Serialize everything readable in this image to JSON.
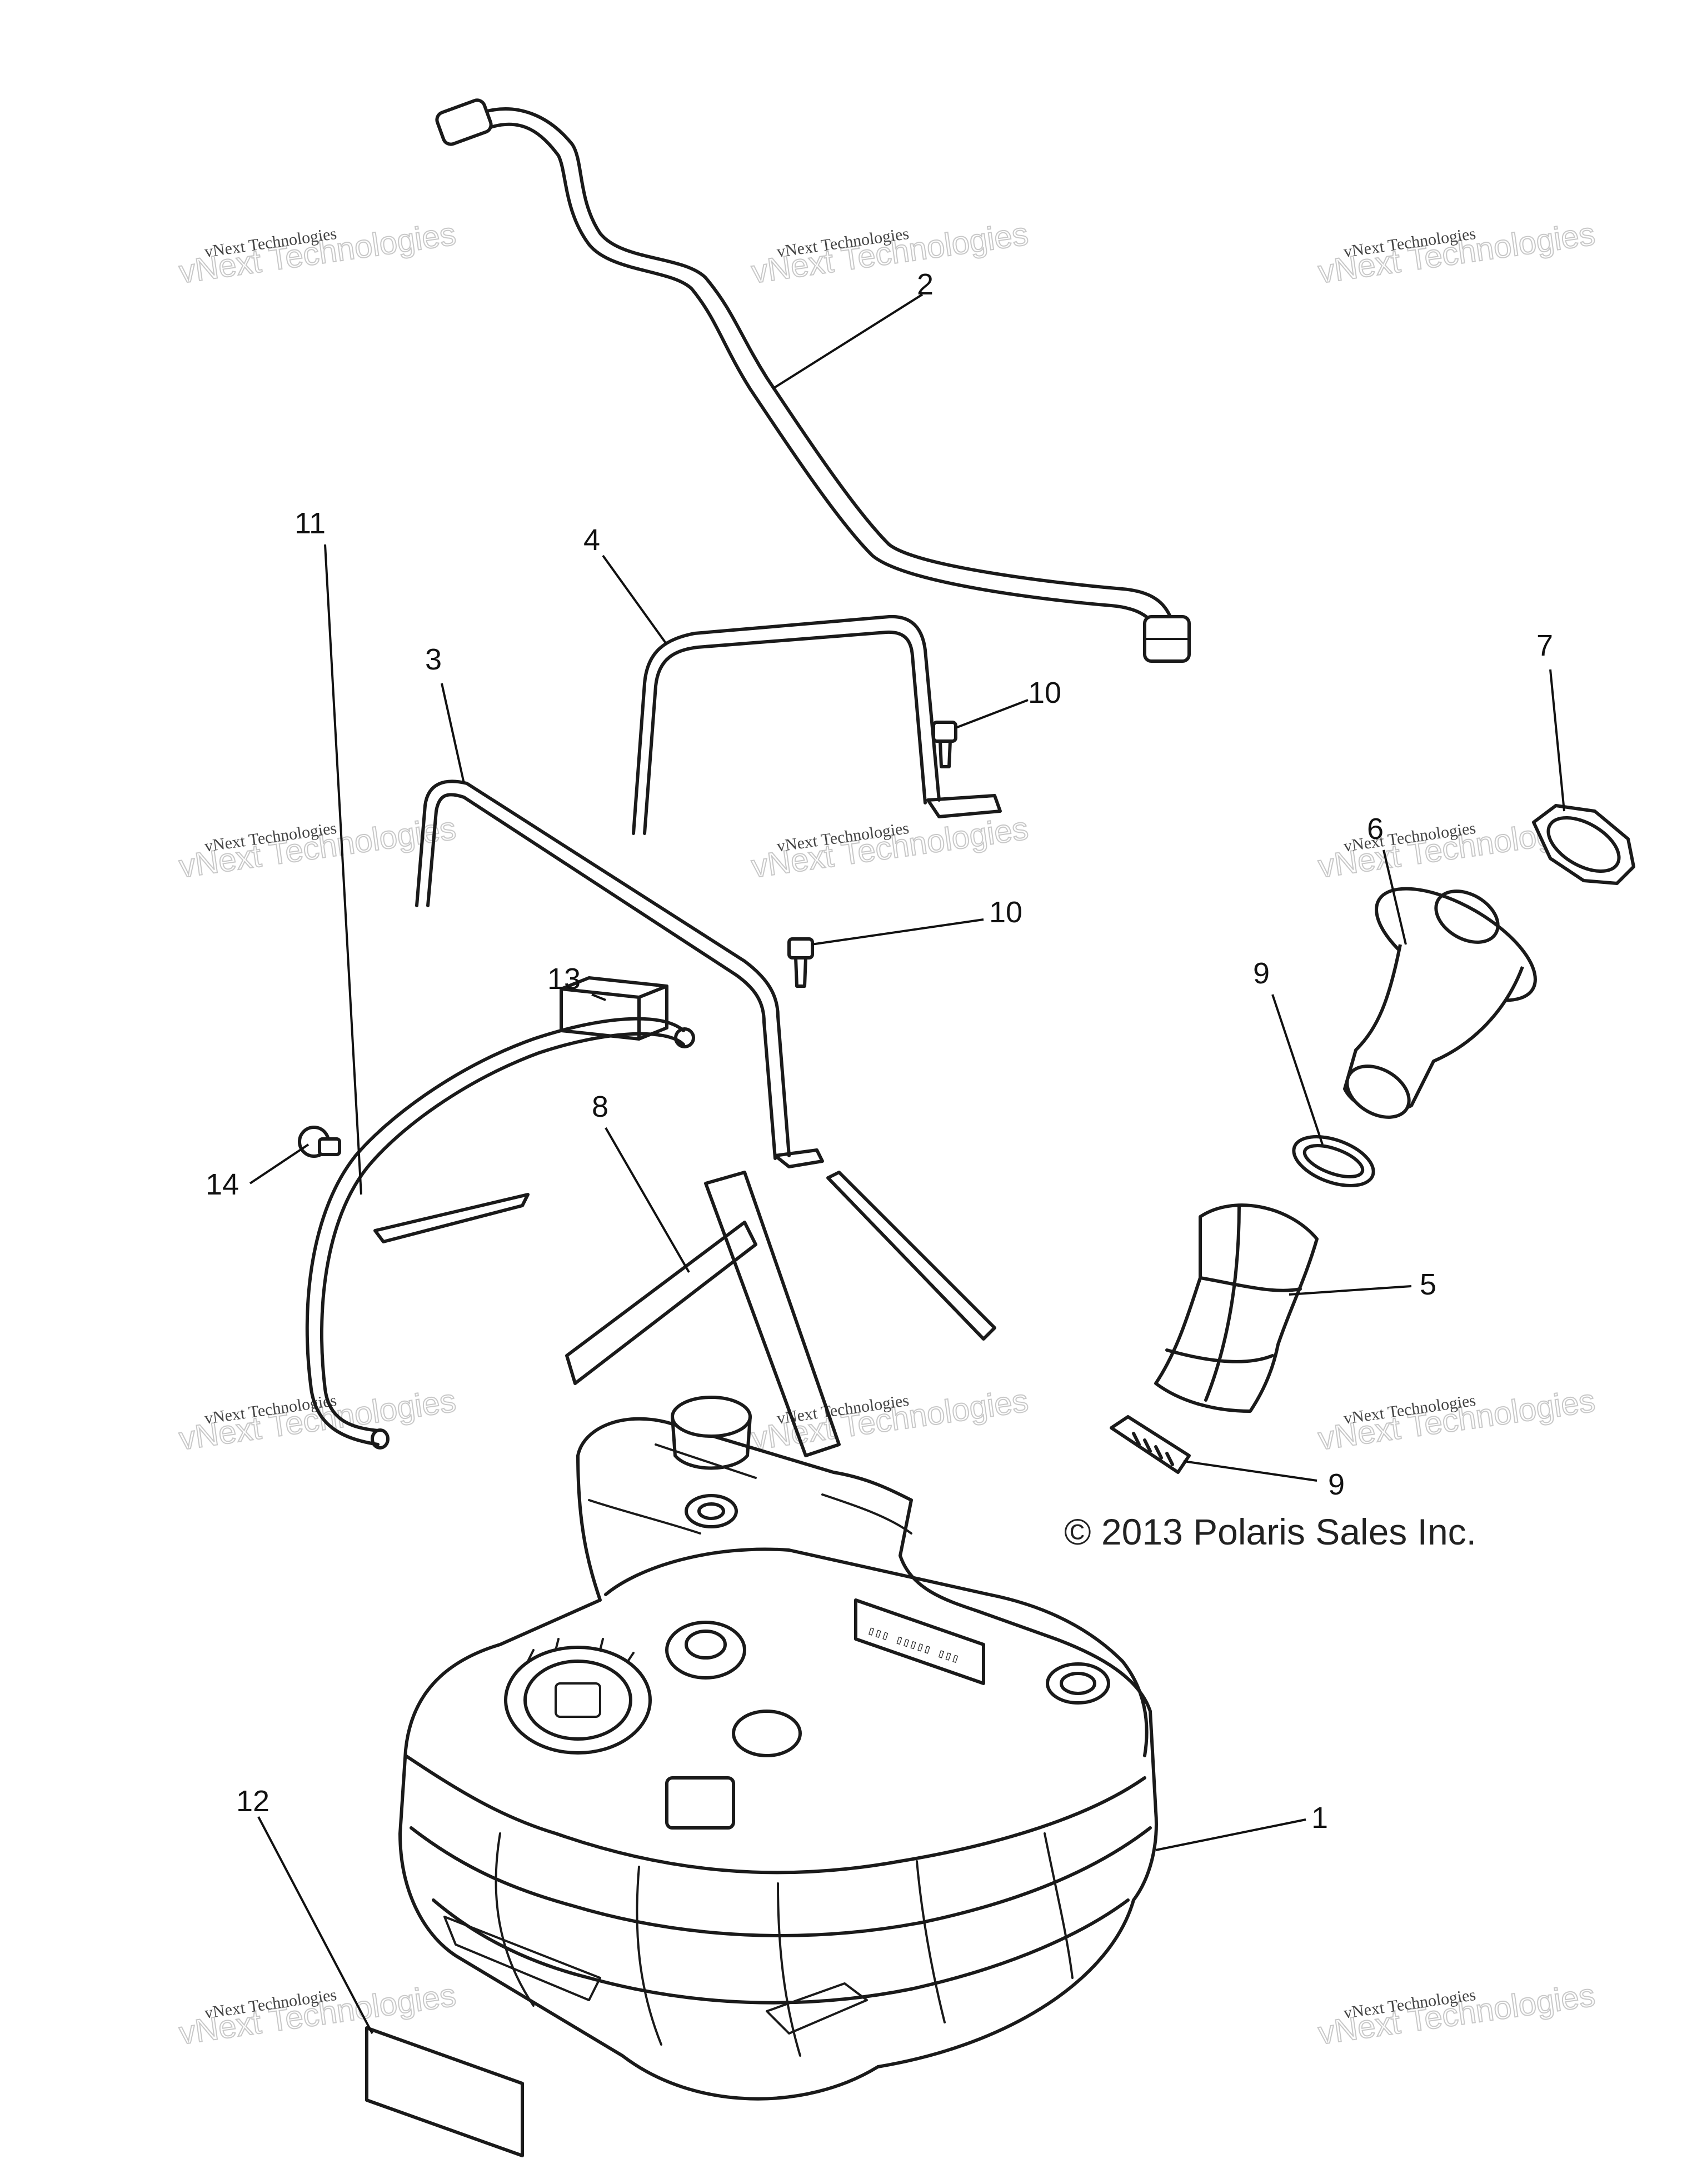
{
  "callouts": [
    "1",
    "2",
    "3",
    "4",
    "5",
    "6",
    "7",
    "8",
    "9",
    "10",
    "11",
    "12",
    "13",
    "14"
  ],
  "copyright": "© 2013 Polaris Sales Inc.",
  "watermark": {
    "small": "vNext Technologies",
    "large": "vNext Technologies"
  }
}
